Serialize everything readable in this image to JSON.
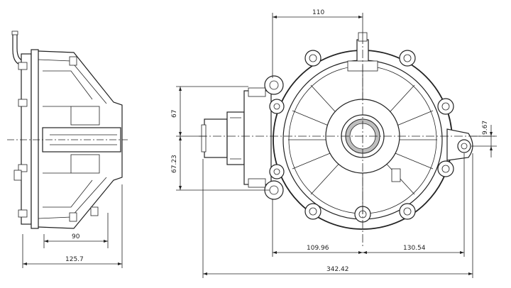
{
  "dimensions": {
    "top_offset": "110",
    "side_width": "90",
    "side_overall": "125.7",
    "upper_half": "67",
    "lower_half": "67.23",
    "ear_offset": "9.67",
    "left_to_center": "109.96",
    "center_to_right": "130.54",
    "overall_length": "342.42"
  },
  "colors": {
    "line": "#222222",
    "background": "#ffffff",
    "shading": "#bfbfbf"
  }
}
